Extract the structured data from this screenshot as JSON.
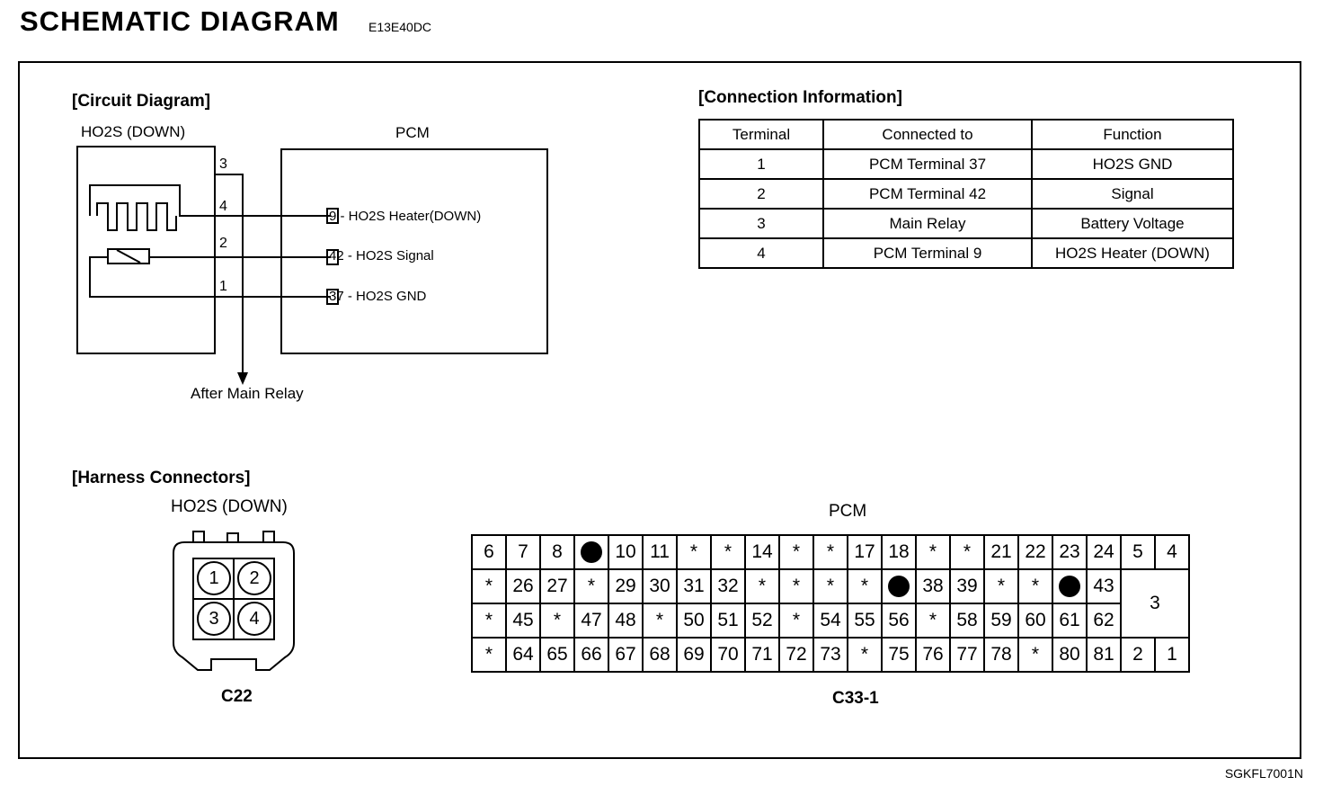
{
  "header": {
    "title": "SCHEMATIC DIAGRAM",
    "code": "E13E40DC"
  },
  "footer_ref": "SGKFL7001N",
  "circuit": {
    "section_title": "[Circuit Diagram]",
    "sensor_label": "HO2S (DOWN)",
    "pcm_label": "PCM",
    "sensor_pins": [
      "3",
      "4",
      "2",
      "1"
    ],
    "pcm_terminals": [
      {
        "label": "9 - HO2S Heater(DOWN)"
      },
      {
        "label": "42 - HO2S Signal"
      },
      {
        "label": "37 - HO2S GND"
      }
    ],
    "relay_label": "After Main Relay"
  },
  "connection_info": {
    "section_title": "[Connection Information]",
    "columns": [
      "Terminal",
      "Connected to",
      "Function"
    ],
    "rows": [
      [
        "1",
        "PCM Terminal 37",
        "HO2S GND"
      ],
      [
        "2",
        "PCM Terminal 42",
        "Signal"
      ],
      [
        "3",
        "Main Relay",
        "Battery Voltage"
      ],
      [
        "4",
        "PCM Terminal 9",
        "HO2S Heater (DOWN)"
      ]
    ]
  },
  "harness": {
    "section_title": "[Harness Connectors]",
    "c22": {
      "title": "HO2S (DOWN)",
      "cavities": [
        "1",
        "2",
        "3",
        "4"
      ],
      "name": "C22"
    },
    "pcm": {
      "title": "PCM",
      "name": "C33-1",
      "rows": [
        [
          "6",
          "7",
          "8",
          "●",
          "10",
          "11",
          "*",
          "*",
          "14",
          "*",
          "*",
          "17",
          "18",
          "*",
          "*",
          "21",
          "22",
          "23",
          "24"
        ],
        [
          "*",
          "26",
          "27",
          "*",
          "29",
          "30",
          "31",
          "32",
          "*",
          "*",
          "*",
          "*",
          "●",
          "38",
          "39",
          "*",
          "*",
          "●",
          "43"
        ],
        [
          "*",
          "45",
          "*",
          "47",
          "48",
          "*",
          "50",
          "51",
          "52",
          "*",
          "54",
          "55",
          "56",
          "*",
          "58",
          "59",
          "60",
          "61",
          "62"
        ],
        [
          "*",
          "64",
          "65",
          "66",
          "67",
          "68",
          "69",
          "70",
          "71",
          "72",
          "73",
          "*",
          "75",
          "76",
          "77",
          "78",
          "*",
          "80",
          "81"
        ]
      ],
      "side_top": [
        "5",
        "4"
      ],
      "side_mid": "3",
      "side_bottom": [
        "2",
        "1"
      ]
    }
  },
  "colors": {
    "line": "#000000",
    "background": "#ffffff"
  }
}
